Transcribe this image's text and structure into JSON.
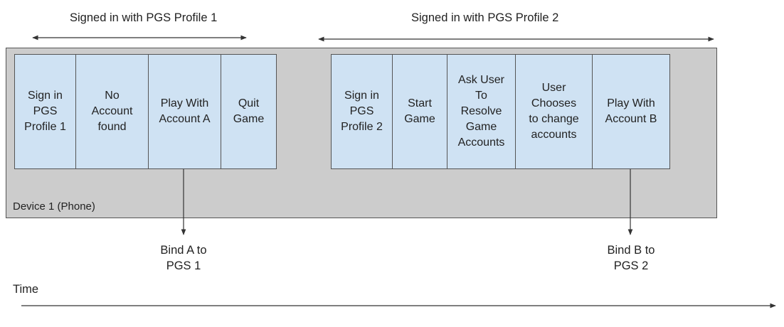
{
  "profile_headers": [
    "Signed in with PGS Profile 1",
    "Signed in with PGS Profile 2"
  ],
  "device_label": "Device 1 (Phone)",
  "group1_steps": [
    "Sign in\nPGS\nProfile 1",
    "No\nAccount\nfound",
    "Play With\nAccount A",
    "Quit\nGame"
  ],
  "group2_steps": [
    "Sign in\nPGS\nProfile 2",
    "Start\nGame",
    "Ask User\nTo\nResolve\nGame\nAccounts",
    "User\nChooses\nto change\naccounts",
    "Play With\nAccount B"
  ],
  "bindings": [
    "Bind A to\nPGS 1",
    "Bind B to\nPGS 2"
  ],
  "time_label": "Time",
  "colors": {
    "device_fill": "#cccccc",
    "step_fill": "#cfe2f3",
    "line": "#333333"
  }
}
